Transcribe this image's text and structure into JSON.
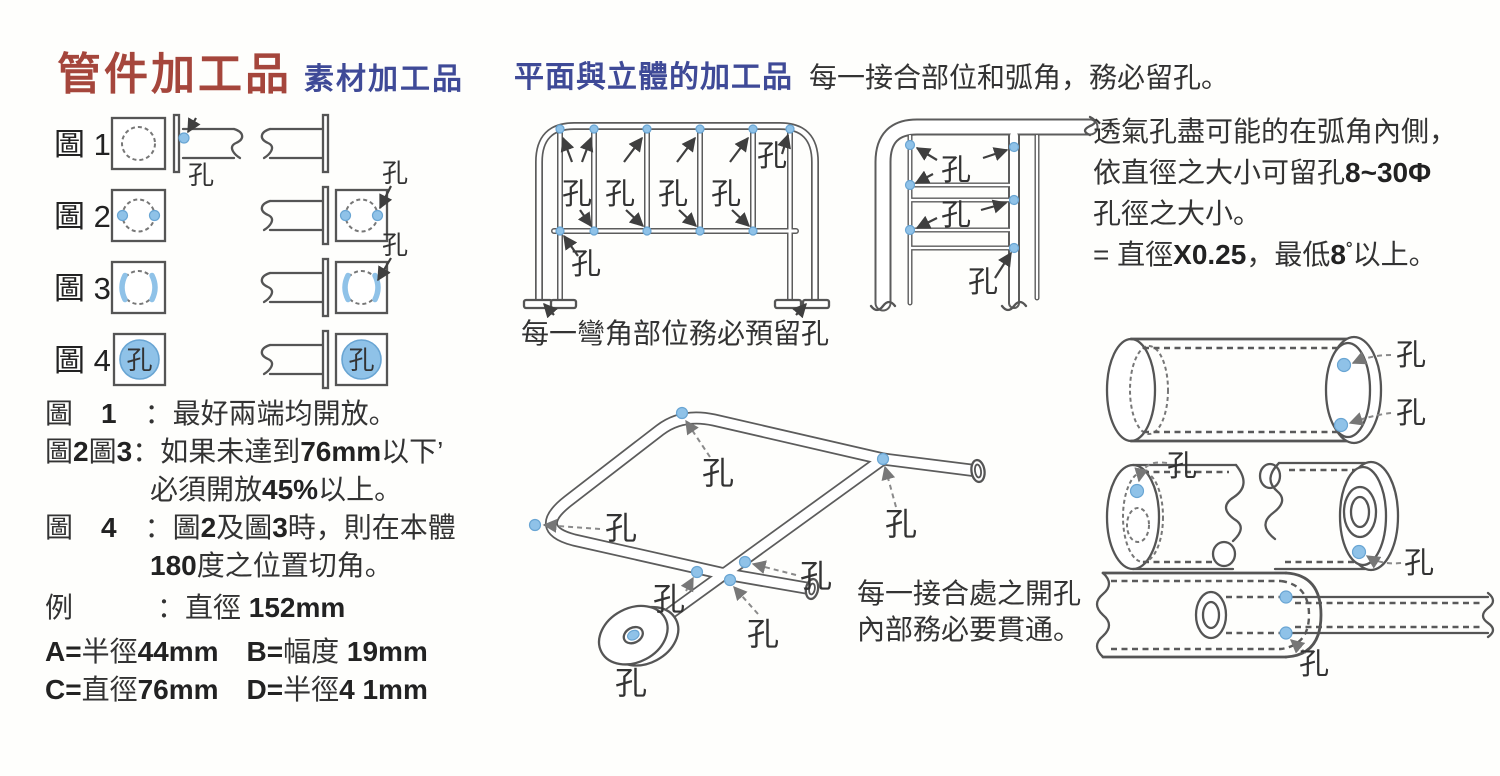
{
  "hole": "孔",
  "colors": {
    "red": "#a5463c",
    "indigo": "#3f4a97",
    "dot_blue": "#8fc2e8",
    "dot_edge": "#69a5d3"
  },
  "left": {
    "title": "管件加工品",
    "subtitle": "素材加工品",
    "figures": [
      {
        "label": "圖 1"
      },
      {
        "label": "圖 2"
      },
      {
        "label": "圖 3"
      },
      {
        "label": "圖 4"
      }
    ],
    "notes": [
      {
        "segs": [
          [
            "圖　",
            0
          ],
          [
            "1",
            1
          ],
          [
            "　：最好兩端均開放。",
            0
          ]
        ]
      },
      {
        "segs": [
          [
            "圖",
            0
          ],
          [
            "2",
            1
          ],
          [
            "圖",
            0
          ],
          [
            "3",
            1
          ],
          [
            "：如果未達到",
            0
          ],
          [
            "76mm",
            1
          ],
          [
            "以下’",
            0
          ]
        ]
      },
      {
        "segs": [
          [
            "必須開放",
            0
          ],
          [
            "45%",
            1
          ],
          [
            "以上。",
            0
          ]
        ]
      },
      {
        "segs": [
          [
            "圖　",
            0
          ],
          [
            "4",
            1
          ],
          [
            "　：圖",
            0
          ],
          [
            "2",
            1
          ],
          [
            "及圖",
            0
          ],
          [
            "3",
            1
          ],
          [
            "時，則在本體",
            0
          ]
        ]
      },
      {
        "segs": [
          [
            "180",
            1
          ],
          [
            "度之位置切角。",
            0
          ]
        ]
      },
      {
        "segs": [
          [
            "例　　　：直徑 ",
            0
          ],
          [
            "152mm",
            1
          ]
        ]
      },
      {
        "segs": [
          [
            "A=",
            1
          ],
          [
            "半徑",
            0
          ],
          [
            "44mm",
            1
          ],
          [
            "　B=",
            1
          ],
          [
            "幅度 ",
            0
          ],
          [
            "19mm",
            1
          ]
        ]
      },
      {
        "segs": [
          [
            "C=",
            1
          ],
          [
            "直徑",
            0
          ],
          [
            "76mm",
            1
          ],
          [
            "　D=",
            1
          ],
          [
            "半徑",
            0
          ],
          [
            "4 1mm",
            1
          ]
        ]
      }
    ]
  },
  "middle": {
    "title": "平面與立體的加工品",
    "subtitle": "每一接合部位和弧角，務必留孔。",
    "caption_rail": "每一彎角部位務必預留孔",
    "caption_joint": [
      "每一接合處之開孔",
      "內部務必要貫通。"
    ]
  },
  "right": {
    "lines": [
      {
        "segs": [
          [
            "透氣孔盡可能的在弧角內側，",
            0
          ]
        ]
      },
      {
        "segs": [
          [
            "依直徑之大小可留孔",
            0
          ],
          [
            "8~30Φ",
            1
          ]
        ]
      },
      {
        "segs": [
          [
            "孔徑之大小。",
            0
          ]
        ]
      },
      {
        "segs": [
          [
            "= 直徑",
            0
          ],
          [
            "X0.25",
            1
          ],
          [
            "，最低",
            0
          ],
          [
            "8",
            1
          ],
          [
            "°",
            1,
            "sup"
          ],
          [
            "以上。",
            0
          ]
        ]
      }
    ]
  }
}
